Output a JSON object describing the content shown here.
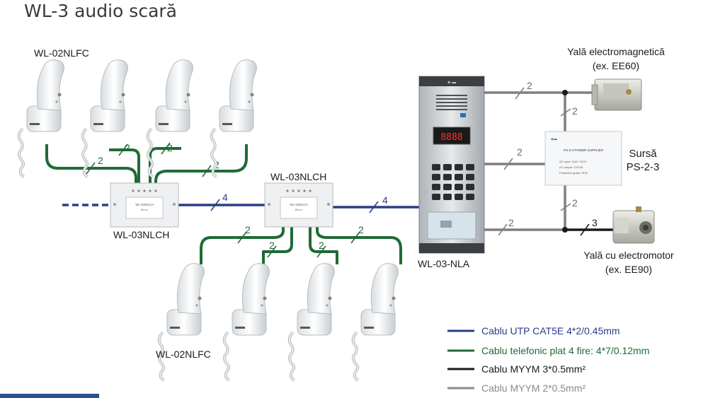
{
  "title": "WL-3 audio scară",
  "labels": {
    "handsets_top": "WL-02NLFC",
    "handsets_bottom": "WL-02NLFC",
    "hub_left": "WL-03NLCH",
    "hub_right": "WL-03NLCH",
    "panel": "WL-03-NLA",
    "lock_em_name": "Yală electromagnetică",
    "lock_em_example": "(ex. EE60)",
    "supply_name": "Sursă",
    "supply_model": "PS-2-3",
    "lock_motor_name": "Yală cu electromotor",
    "lock_motor_example": "(ex. EE90)"
  },
  "wire_counts": {
    "hub_left_to_top_1": "2",
    "hub_left_to_top_2": "2",
    "hub_left_to_top_3": "2",
    "hub_left_to_top_4": "2",
    "hub_to_hub": "4",
    "hub_to_panel": "4",
    "hub_right_to_bottom_1": "2",
    "hub_right_to_bottom_2": "2",
    "hub_right_to_bottom_3": "2",
    "hub_right_to_bottom_4": "2",
    "panel_to_lock_em": "2",
    "bus_to_supply_upper": "2",
    "panel_to_supply": "2",
    "bus_to_supply_lower": "2",
    "panel_to_lock_motor": "2",
    "bus_to_lock_motor": "3"
  },
  "device_text": {
    "hub_name": "WL-03NLCH",
    "hub_sub": "Bitron",
    "supply_title": "PS-2-3 POWER SUPPLIER",
    "supply_line1": "AC input: 110V~220V",
    "supply_line2": "DC output: 12V/3A",
    "supply_line3": "Protection grade: IP30"
  },
  "legend": [
    {
      "label": "Cablu UTP CAT5E 4*2/0.45mm",
      "color": "#2b3d87"
    },
    {
      "label": "Cablu telefonic plat 4 fire: 4*7/0.12mm",
      "color": "#1f6b35"
    },
    {
      "label": "Cablu MYYM 3*0.5mm²",
      "color": "#1a1a1a"
    },
    {
      "label": "Cablu MYYM 2*0.5mm²",
      "color": "#8a8a8a"
    }
  ],
  "colors": {
    "utp": "#2b3d87",
    "flat": "#1f6b35",
    "myym3": "#1a1a1a",
    "myym2": "#7f7f7f"
  }
}
